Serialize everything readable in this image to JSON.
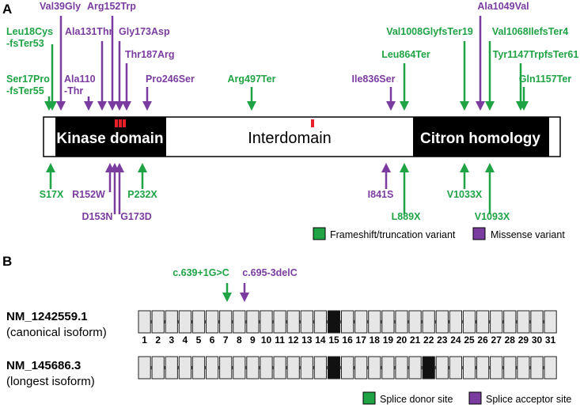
{
  "colors": {
    "truncation": "#1fa345",
    "missense": "#7b3ca0",
    "domain": "#000000",
    "highlight": "#e8202a",
    "exon_fill": "#e6e6e6",
    "exon_dark": "#111111",
    "intron": "#6b6b6b"
  },
  "panel_a": {
    "label": "A",
    "domains": {
      "kinase": "Kinase domain",
      "interdomain": "Interdomain",
      "citron": "Citron homology"
    },
    "top_variants": [
      {
        "id": "leu18cys",
        "text": "Leu18Cys\n-fsTer53",
        "type": "truncation"
      },
      {
        "id": "ser17pro",
        "text": "Ser17Pro\n-fsTer55",
        "type": "truncation"
      },
      {
        "id": "val39gly",
        "text": "Val39Gly",
        "type": "missense"
      },
      {
        "id": "ala110thr",
        "text": "Ala110\n-Thr",
        "type": "missense"
      },
      {
        "id": "ala131thr",
        "text": "Ala131Thr",
        "type": "missense"
      },
      {
        "id": "arg152trp",
        "text": "Arg152Trp",
        "type": "missense"
      },
      {
        "id": "gly173asp",
        "text": "Gly173Asp",
        "type": "missense"
      },
      {
        "id": "thr187arg",
        "text": "Thr187Arg",
        "type": "missense"
      },
      {
        "id": "pro246ser",
        "text": "Pro246Ser",
        "type": "missense"
      },
      {
        "id": "arg497ter",
        "text": "Arg497Ter",
        "type": "truncation"
      },
      {
        "id": "ile836ser",
        "text": "Ile836Ser",
        "type": "missense"
      },
      {
        "id": "leu864ter",
        "text": "Leu864Ter",
        "type": "truncation"
      },
      {
        "id": "val1008glyfster19",
        "text": "Val1008GlyfsTer19",
        "type": "truncation"
      },
      {
        "id": "ala1049val",
        "text": "Ala1049Val",
        "type": "missense"
      },
      {
        "id": "val1068ilefster4",
        "text": "Val1068IlefsTer4",
        "type": "truncation"
      },
      {
        "id": "tyr1147trpfster61",
        "text": "Tyr1147TrpfsTer61",
        "type": "truncation"
      },
      {
        "id": "gln1157ter",
        "text": "Gln1157Ter",
        "type": "truncation"
      }
    ],
    "bottom_variants": [
      {
        "id": "s17x",
        "text": "S17X",
        "type": "truncation"
      },
      {
        "id": "r152w",
        "text": "R152W",
        "type": "missense"
      },
      {
        "id": "d153n",
        "text": "D153N",
        "type": "missense"
      },
      {
        "id": "g173d",
        "text": "G173D",
        "type": "missense"
      },
      {
        "id": "p232x",
        "text": "P232X",
        "type": "truncation"
      },
      {
        "id": "i841s",
        "text": "I841S",
        "type": "missense"
      },
      {
        "id": "l889x",
        "text": "L889X",
        "type": "truncation"
      },
      {
        "id": "v1033x",
        "text": "V1033X",
        "type": "truncation"
      },
      {
        "id": "v1093x",
        "text": "V1093X",
        "type": "truncation"
      }
    ],
    "legend": {
      "truncation": "Frameshift/truncation variant",
      "missense": "Missense variant"
    }
  },
  "panel_b": {
    "label": "B",
    "splice_variants": [
      {
        "id": "donor",
        "text": "c.639+1G>C",
        "type": "truncation"
      },
      {
        "id": "acceptor",
        "text": "c.695-3delC",
        "type": "missense"
      }
    ],
    "isoforms": [
      {
        "id": "canonical",
        "name": "NM_1242559.1",
        "desc": "(canonical isoform)"
      },
      {
        "id": "longest",
        "name": "NM_145686.3",
        "desc": "(longest isoform)"
      }
    ],
    "exon_numbers": [
      "1",
      "2",
      "3",
      "4",
      "5",
      "6",
      "7",
      "8",
      "9",
      "10",
      "11",
      "12",
      "13",
      "14",
      "15",
      "16",
      "17",
      "18",
      "19",
      "20",
      "21",
      "22",
      "23",
      "24",
      "25",
      "26",
      "27",
      "28",
      "29",
      "30",
      "31"
    ],
    "legend": {
      "donor": "Splice donor site",
      "acceptor": "Splice acceptor site"
    }
  }
}
